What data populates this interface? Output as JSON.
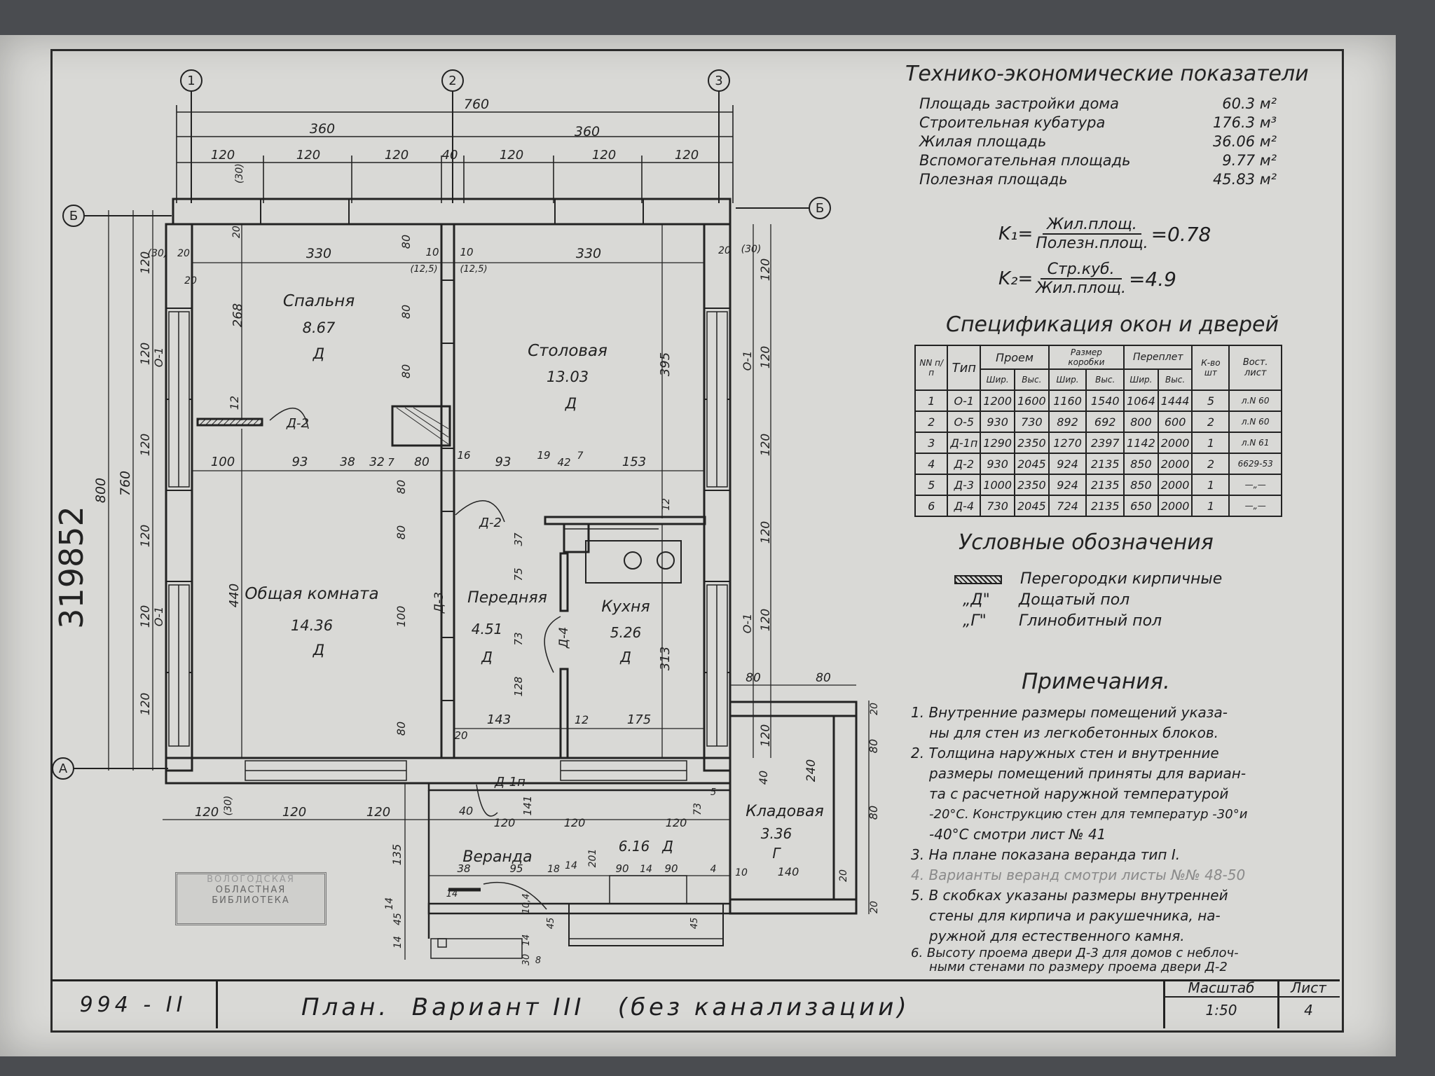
{
  "tech_title": "Технико-экономические показатели",
  "tech": [
    {
      "label": "Площадь застройки дома",
      "value": "60.3 м²"
    },
    {
      "label": "Строительная кубатура",
      "value": "176.3 м³"
    },
    {
      "label": "Жилая площадь",
      "value": "36.06 м²"
    },
    {
      "label": "Вспомогательная площадь",
      "value": "9.77 м²"
    },
    {
      "label": "Полезная площадь",
      "value": "45.83 м²"
    }
  ],
  "k1": {
    "name": "K₁=",
    "num": "Жил.площ.",
    "den": "Полезн.площ.",
    "val": "=0.78"
  },
  "k2": {
    "name": "K₂=",
    "num": "Стр.куб.",
    "den": "Жил.площ.",
    "val": "=4.9"
  },
  "spec_title": "Спецификация окон и дверей",
  "spec_headers": {
    "nn": "NN п/п",
    "type": "Тип",
    "proem": "Проем",
    "korobka": "Размер коробки",
    "pereplet": "Переплет",
    "qty": "К-во шт",
    "sheet": "Вост. лист",
    "w": "Шир.",
    "h": "Выс."
  },
  "spec_rows": [
    [
      "1",
      "О-1",
      "1200",
      "1600",
      "1160",
      "1540",
      "1064",
      "1444",
      "5",
      "л.N 60"
    ],
    [
      "2",
      "О-5",
      "930",
      "730",
      "892",
      "692",
      "800",
      "600",
      "2",
      "л.N 60"
    ],
    [
      "3",
      "Д-1п",
      "1290",
      "2350",
      "1270",
      "2397",
      "1142",
      "2000",
      "1",
      "л.N 61"
    ],
    [
      "4",
      "Д-2",
      "930",
      "2045",
      "924",
      "2135",
      "850",
      "2000",
      "2",
      "6629-53"
    ],
    [
      "5",
      "Д-3",
      "1000",
      "2350",
      "924",
      "2135",
      "850",
      "2000",
      "1",
      "—„—"
    ],
    [
      "6",
      "Д-4",
      "730",
      "2045",
      "724",
      "2135",
      "650",
      "2000",
      "1",
      "—„—"
    ]
  ],
  "legend_title": "Условные обозначения",
  "legend": [
    {
      "symbol": "",
      "text": "Перегородки кирпичные"
    },
    {
      "symbol": "„Д\"",
      "text": "Дощатый пол"
    },
    {
      "symbol": "„Г\"",
      "text": "Глинобитный пол"
    }
  ],
  "notes_title": "Примечания.",
  "notes": [
    "1. Внутренние размеры помещений указа-",
    "ны для стен из легкобетонных блоков.",
    "2. Толщина наружных стен и внутренние",
    "размеры помещений приняты для вариан-",
    "та с расчетной наружной температурой",
    "-20°C. Конструкцию стен для температур -30°и",
    "-40°C смотри     лист  № 41",
    "3. На плане показана веранда тип I.",
    "4. Варианты веранд смотри    листы  №№ 48-50",
    "5. В скобках указаны размеры      внутренней",
    "стены для кирпича и ракушечника, на-",
    "ружной для естественного камня.",
    "6. Высоту проема двери Д-3 для домов с неблоч-",
    "ными стенами по размеру проема двери Д-2"
  ],
  "title_block": {
    "code": "994 - II",
    "title": "План.  Вариант III   (без канализации)",
    "scale_label": "Масштаб",
    "scale": "1:50",
    "sheet_label": "Лист",
    "sheet": "4"
  },
  "stamp": {
    "line1": "ВОЛОГОДСКАЯ",
    "line2": "ОБЛАСТНАЯ",
    "line3": "БИБЛИОТЕКА"
  },
  "inventory_no": "319852",
  "axes": {
    "a1": "1",
    "a2": "2",
    "a3": "3",
    "b": "Б",
    "a": "А"
  },
  "rooms": {
    "bedroom": {
      "name": "Спальня",
      "area": "8.67",
      "floor": "Д"
    },
    "dining": {
      "name": "Столовая",
      "area": "13.03",
      "floor": "Д"
    },
    "living": {
      "name": "Общая комната",
      "area": "14.36",
      "floor": "Д"
    },
    "hall": {
      "name": "Передняя",
      "area": "4.51",
      "floor": "Д"
    },
    "kitchen": {
      "name": "Кухня",
      "area": "5.26",
      "floor": "Д"
    },
    "pantry": {
      "name": "Кладовая",
      "area": "3.36",
      "floor": "Г"
    },
    "veranda": {
      "name": "Веранда",
      "area": "6.16",
      "floor": "Д"
    }
  },
  "door_labels": {
    "d2a": "Д-2",
    "d2b": "Д-2",
    "d3": "Д-3",
    "d4": "Д-4",
    "d1p": "Д-1п"
  },
  "window_labels": {
    "wl1": "О-1",
    "wl2": "О-1",
    "wr1": "О-1",
    "wr2": "О-1"
  },
  "dims": {
    "total_w": "760",
    "half_l": "360",
    "half_r": "360",
    "forty": "40",
    "t1": "120",
    "t2": "120",
    "t3": "120",
    "t4": "120",
    "t5": "120",
    "t6": "120",
    "r330a": "330",
    "r330b": "330",
    "c10a": "10",
    "c10b": "10",
    "c125a": "(12,5)",
    "c125b": "(12,5)",
    "p30a": "(30)",
    "p30b": "(30)",
    "p30c": "(30)",
    "twenty_a": "20",
    "twenty_b": "20",
    "twenty_c": "20",
    "twenty_d": "20",
    "m100": "100",
    "m93a": "93",
    "m38": "38",
    "m32": "32",
    "m7a": "7",
    "m80": "80",
    "m16": "16",
    "m93b": "93",
    "m19": "19",
    "m42": "42",
    "m7b": "7",
    "m153": "153",
    "b143": "143",
    "b12": "12",
    "b175": "175",
    "b20": "20",
    "h800": "800",
    "h760": "760",
    "hl1": "120",
    "hl2": "120",
    "hl3": "120",
    "hl4": "120",
    "hl5": "120",
    "hl6": "120",
    "v268": "268",
    "v12": "12",
    "v440": "440",
    "v395": "395",
    "v313": "313",
    "c80a": "80",
    "c80b": "80",
    "c80c": "80",
    "c80d": "80",
    "c80e": "80",
    "c100": "100",
    "c80f": "80",
    "k37": "37",
    "k75": "75",
    "k73": "73",
    "k128": "128",
    "k12": "12",
    "hr1": "120",
    "hr2": "120",
    "hr3": "120",
    "hr4": "120",
    "hr5": "120",
    "hr6": "120",
    "e80a": "80",
    "e80b": "80",
    "e240": "240",
    "e40": "40",
    "e80c": "80",
    "e80d": "80",
    "e20a": "20",
    "e20b": "20",
    "e20c": "20",
    "bot120a": "120",
    "bot120b": "120",
    "bot120c": "120",
    "bot30": "(30)",
    "v135": "135",
    "v14a": "14",
    "v45": "45",
    "v14b": "14",
    "ver40": "40",
    "ver120a": "120",
    "ver141": "141",
    "ver120b": "120",
    "ver120c": "120",
    "ver73": "73",
    "ver5": "5",
    "ver38": "38",
    "ver95": "95",
    "ver18": "18",
    "ver14": "14",
    "ver201": "201",
    "ver90a": "90",
    "ver14b": "14",
    "ver90b": "90",
    "ver4": "4",
    "ver10": "10",
    "ver140": "140",
    "ver14c": "14",
    "ver104": "10,4",
    "ver45": "45",
    "ver30": "30",
    "ver8": "8",
    "ver14d": "14"
  }
}
